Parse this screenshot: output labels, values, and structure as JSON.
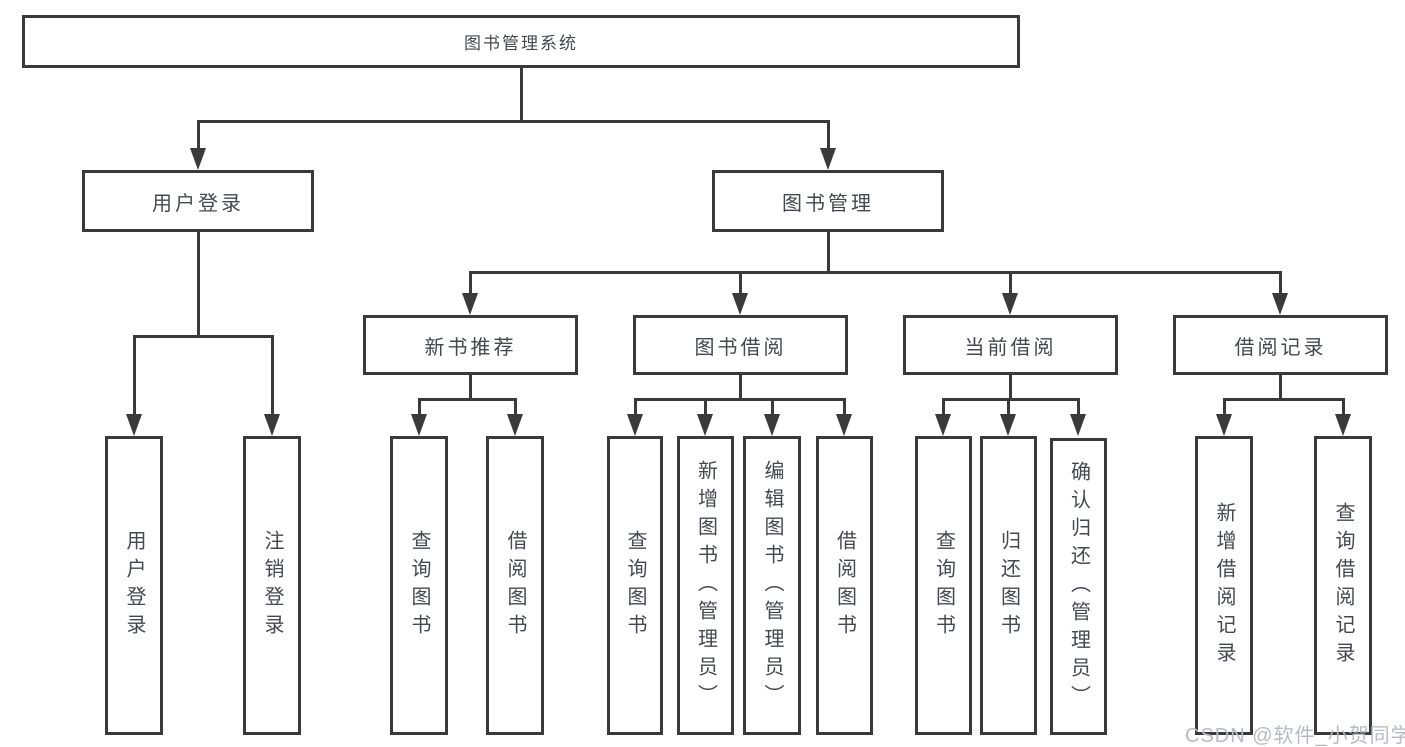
{
  "tree": {
    "label": "图书管理系统",
    "children": [
      {
        "label": "用户登录",
        "children": [
          {
            "label": "用户登录"
          },
          {
            "label": "注销登录"
          }
        ]
      },
      {
        "label": "图书管理",
        "children": [
          {
            "label": "新书推荐",
            "children": [
              {
                "label": "查询图书"
              },
              {
                "label": "借阅图书"
              }
            ]
          },
          {
            "label": "图书借阅",
            "children": [
              {
                "label": "查询图书"
              },
              {
                "label": "新增图书（管理员）"
              },
              {
                "label": "编辑图书（管理员）"
              },
              {
                "label": "借阅图书"
              }
            ]
          },
          {
            "label": "当前借阅",
            "children": [
              {
                "label": "查询图书"
              },
              {
                "label": "归还图书"
              },
              {
                "label": "确认归还（管理员）"
              }
            ]
          },
          {
            "label": "借阅记录",
            "children": [
              {
                "label": "新增借阅记录"
              },
              {
                "label": "查询借阅记录"
              }
            ]
          }
        ]
      }
    ]
  },
  "watermark": {
    "text": "CSDN @软件_小贺同学"
  },
  "colors": {
    "line": "#3a3a3a",
    "text": "#45484e",
    "watermark": "#b7bbc1",
    "background": "#ffffff"
  }
}
